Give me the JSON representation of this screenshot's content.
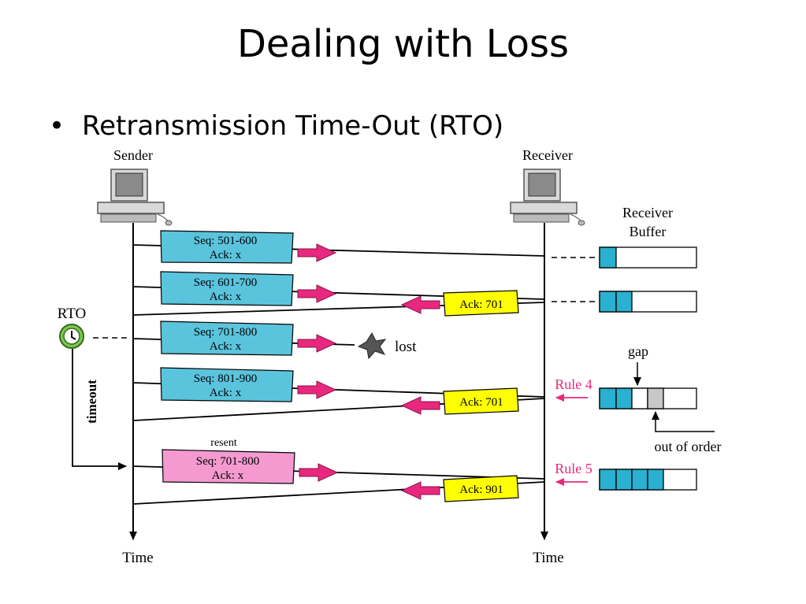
{
  "slide": {
    "title": "Dealing with Loss",
    "bullet": "Retransmission Time-Out (RTO)"
  },
  "diagram": {
    "sender_label": "Sender",
    "receiver_label": "Receiver",
    "time_label_sender": "Time",
    "time_label_receiver": "Time",
    "rto_label": "RTO",
    "timeout_label": "timeout",
    "resent_label": "resent",
    "lost_label": "lost",
    "receiver_buffer_label_1": "Receiver",
    "receiver_buffer_label_2": "Buffer",
    "gap_label": "gap",
    "out_of_order_label": "out of order",
    "rule4_label": "Rule 4",
    "rule5_label": "Rule 5",
    "segments": [
      {
        "seq": "Seq: 501-600",
        "ack": "Ack: x"
      },
      {
        "seq": "Seq: 601-700",
        "ack": "Ack: x"
      },
      {
        "seq": "Seq: 701-800",
        "ack": "Ack: x"
      },
      {
        "seq": "Seq: 801-900",
        "ack": "Ack: x"
      },
      {
        "seq": "Seq: 701-800",
        "ack": "Ack: x"
      }
    ],
    "acks": [
      "Ack: 701",
      "Ack: 701",
      "Ack: 901"
    ],
    "colors": {
      "segment": "#5bc4dd",
      "resent_segment": "#f49ad0",
      "ack_box": "#ffff00",
      "arrow": "#e8287e",
      "rule_text": "#e8287e",
      "buffer_filled": "#2ab0d0",
      "buffer_out_of_order": "#c8c8c8",
      "clock": "#7ec850"
    }
  }
}
